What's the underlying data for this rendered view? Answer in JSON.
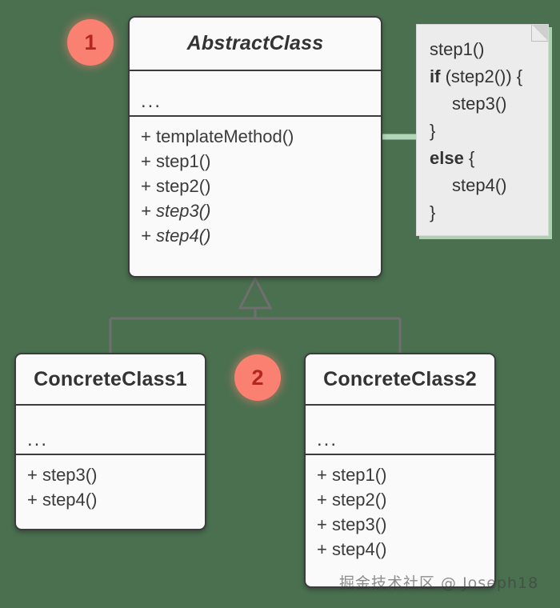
{
  "diagram": {
    "title": "Template Method pattern UML class diagram",
    "background_color": "#4a7050",
    "box_fill": "#fafafa",
    "box_border": "#3c3c3c",
    "note_fill": "#ececec",
    "badge_color": "#fa8072",
    "connector_color": "#6f6f6f",
    "note_link_color": "#b2d6b7"
  },
  "abstract_class": {
    "name": "AbstractClass",
    "attributes_placeholder": "...",
    "operations": [
      {
        "label": "+ templateMethod()",
        "abstract": false
      },
      {
        "label": "+ step1()",
        "abstract": false
      },
      {
        "label": "+ step2()",
        "abstract": false
      },
      {
        "label": "+ step3()",
        "abstract": true
      },
      {
        "label": "+ step4()",
        "abstract": true
      }
    ]
  },
  "note": {
    "lines": [
      {
        "keyword": "",
        "text": "step1()"
      },
      {
        "keyword": "if",
        "text": " (step2()) {"
      },
      {
        "keyword": "",
        "text": "step3()",
        "indent": true
      },
      {
        "keyword": "",
        "text": "}"
      },
      {
        "keyword": "else",
        "text": " {"
      },
      {
        "keyword": "",
        "text": "step4()",
        "indent": true
      },
      {
        "keyword": "",
        "text": "}"
      }
    ]
  },
  "concrete_class_1": {
    "name": "ConcreteClass1",
    "attributes_placeholder": "...",
    "operations": [
      {
        "label": "+ step3()"
      },
      {
        "label": "+ step4()"
      }
    ]
  },
  "concrete_class_2": {
    "name": "ConcreteClass2",
    "attributes_placeholder": "...",
    "operations": [
      {
        "label": "+ step1()"
      },
      {
        "label": "+ step2()"
      },
      {
        "label": "+ step3()"
      },
      {
        "label": "+ step4()"
      }
    ]
  },
  "badges": [
    {
      "label": "1"
    },
    {
      "label": "2"
    }
  ],
  "watermark": {
    "text": "掘金技术社区 @ Joseph18"
  }
}
